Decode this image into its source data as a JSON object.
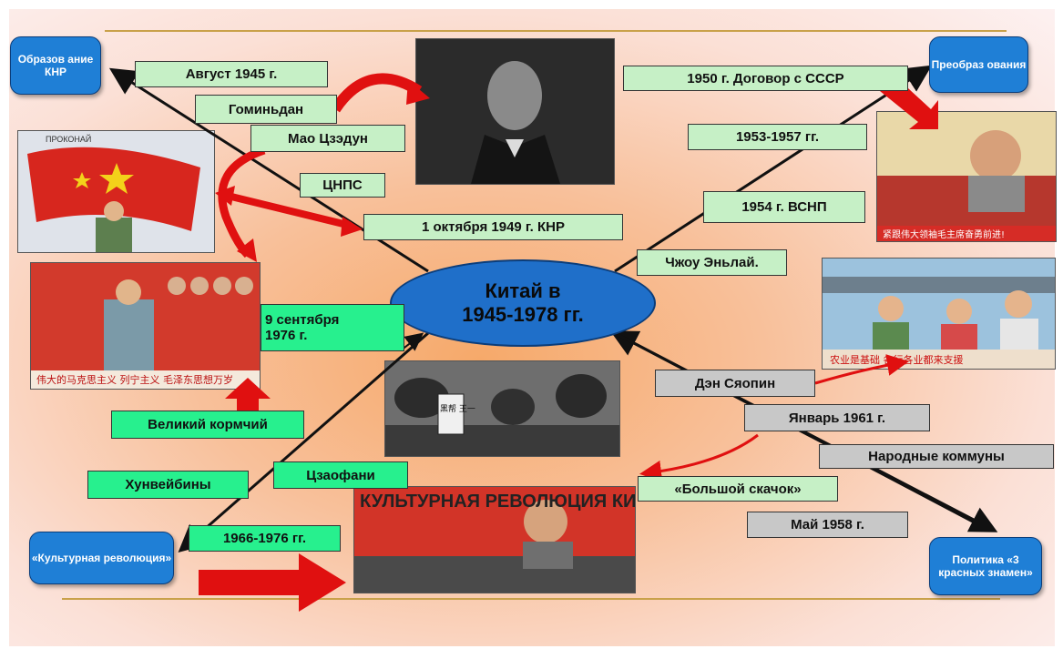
{
  "center": {
    "line1": "Китай  в",
    "line2": "1945-1978 гг."
  },
  "nodes": {
    "formation": "Образов ание КНР",
    "transformations": "Преобраз ования",
    "cultural_revolution": "«Культурная революция»",
    "three_banners": "Политика «3 красных знамен»"
  },
  "labels": {
    "august_1945": "Август  1945 г.",
    "guomindang": "Гоминьдан",
    "mao": "Мао Цзэдун",
    "cnps": "ЦНПС",
    "oct_1949": "1 октября 1949  г. КНР",
    "treaty_1950": "1950 г. Договор с СССР",
    "y1953_1957": "1953-1957  гг.",
    "vsnp_1954": "1954 г. ВСНП",
    "zhou": "Чжоу Эньлай.",
    "sep_1976_l1": "9 сентября",
    "sep_1976_l2": "1976 г.",
    "great_helmsman": "Великий кормчий",
    "hongweibing": "Хунвейбины",
    "zaofan": "Цзаофани",
    "y1966_1976": "1966-1976  гг.",
    "deng": "Дэн  Сяопин",
    "jan_1961": "Январь 1961 г.",
    "communes": "Народные коммуны",
    "great_leap": "«Большой скачок»",
    "may_1958": "Май 1958  г."
  },
  "posters": {
    "poster1_caption": "ПРОКОНАЙ",
    "poster2_caption": "伟大的马克思主义 列宁主义 毛泽东思想万岁",
    "poster_mao_caption": "紧跟伟大领袖毛主席奋勇前进!",
    "poster_workers_caption": "农业是基础  各行各业都来支援",
    "cultural_poster_text": "КУЛЬТУРНАЯ РЕВОЛЮЦИЯ КИТАЯ",
    "placard_text": "黑帮 王一"
  },
  "colors": {
    "node_blue": "#1f7fd6",
    "label_pale_green": "#c6f0c6",
    "label_bright_green": "#27f08e",
    "label_grey": "#c8c8c8",
    "arrow_red": "#e01010"
  }
}
